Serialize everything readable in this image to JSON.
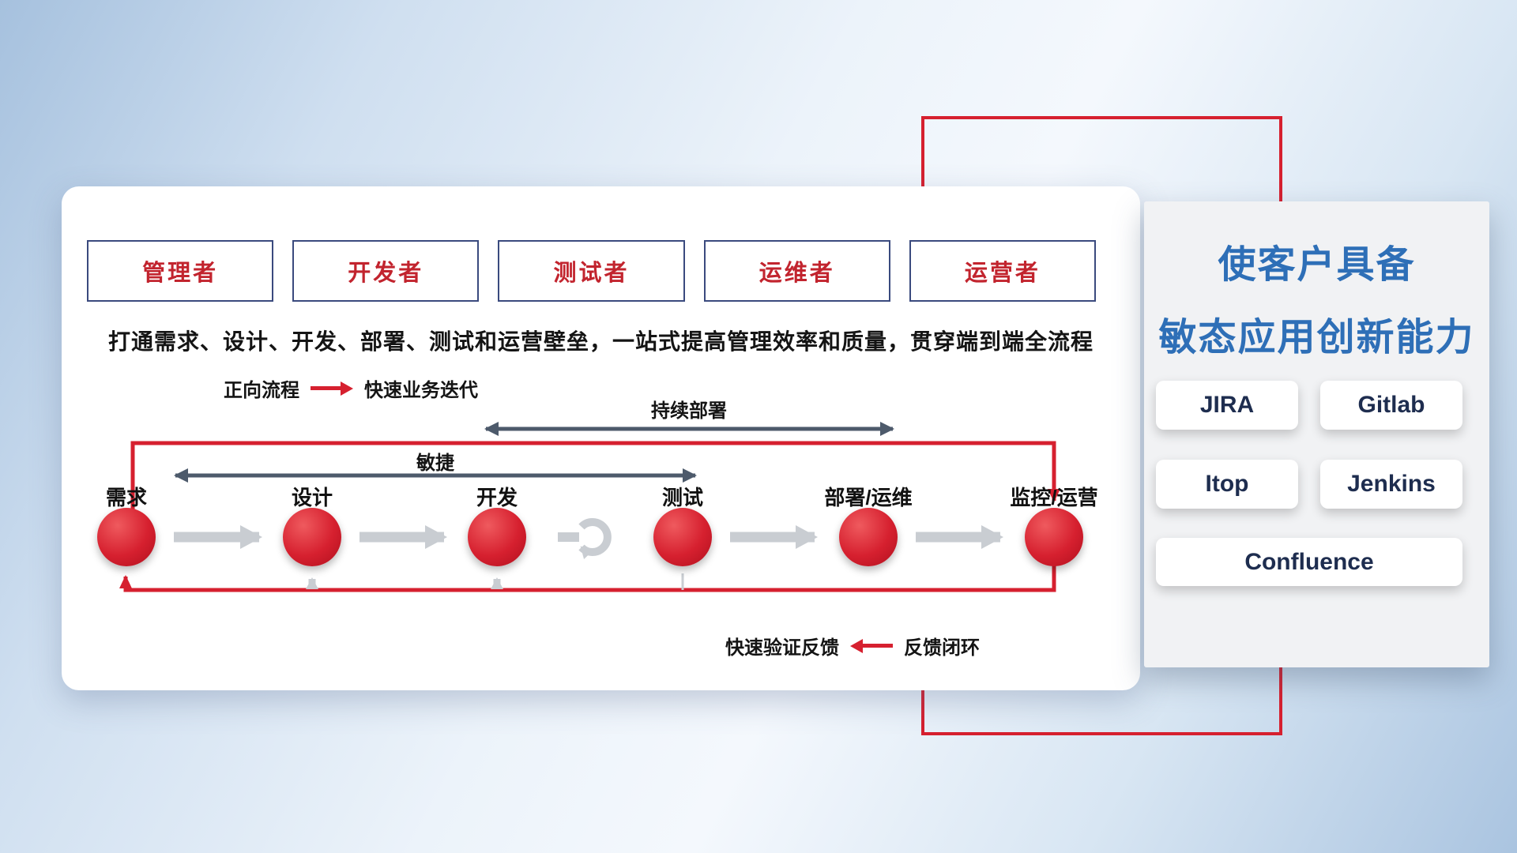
{
  "roles": {
    "items": [
      {
        "label": "管理者"
      },
      {
        "label": "开发者"
      },
      {
        "label": "测试者"
      },
      {
        "label": "运维者"
      },
      {
        "label": "运营者"
      }
    ]
  },
  "description": "打通需求、设计、开发、部署、测试和运营壁垒，一站式提高管理效率和质量，贯穿端到端全流程",
  "legend": {
    "forward_label": "正向流程",
    "forward_value": "快速业务迭代",
    "feedback_label": "快速验证反馈",
    "feedback_value": "反馈闭环"
  },
  "flow": {
    "agile_label": "敏捷",
    "cd_label": "持续部署",
    "stages": [
      {
        "label": "需求"
      },
      {
        "label": "设计"
      },
      {
        "label": "开发"
      },
      {
        "label": "测试"
      },
      {
        "label": "部署/运维"
      },
      {
        "label": "监控/运营"
      }
    ]
  },
  "panel": {
    "title_line1": "使客户具备",
    "title_line2": "敏态应用创新能力",
    "tools": [
      {
        "label": "JIRA"
      },
      {
        "label": "Gitlab"
      },
      {
        "label": "Itop"
      },
      {
        "label": "Jenkins"
      },
      {
        "label": "Confluence"
      }
    ]
  },
  "colors": {
    "accent_red": "#d6202f",
    "dark_arrow": "#4d5a6b",
    "gray_arrow": "#c9cdd2",
    "title_blue": "#2e6fb7",
    "role_text_red": "#c2242e",
    "role_border_navy": "#3a4a7e"
  }
}
